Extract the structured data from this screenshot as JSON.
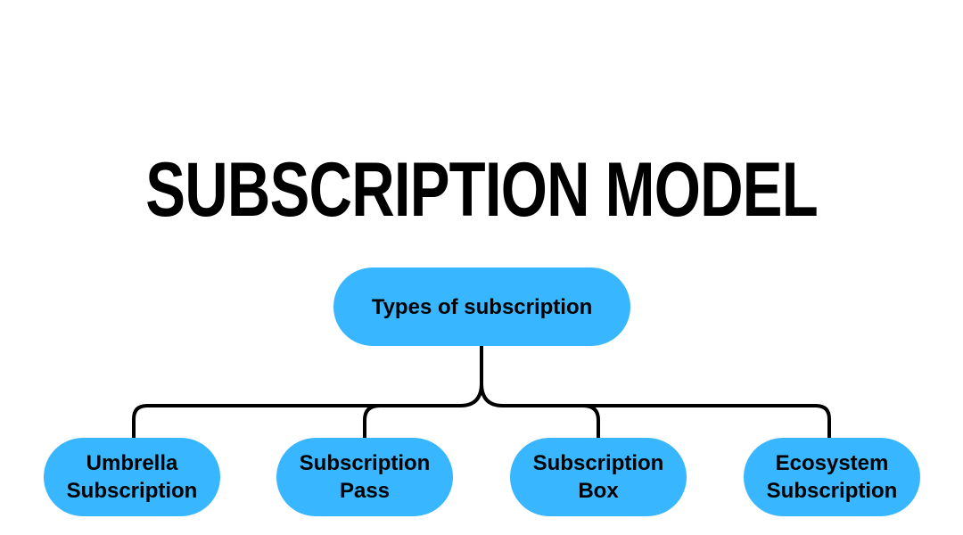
{
  "title": "SUBSCRIPTION MODEL",
  "colors": {
    "background": "#FFFFFF",
    "node_fill": "#38B6FF",
    "line": "#000000",
    "text": "#000000"
  },
  "diagram": {
    "root": {
      "label": "Types of subscription"
    },
    "children": [
      {
        "label": "Umbrella Subscription"
      },
      {
        "label": "Subscription Pass"
      },
      {
        "label": "Subscription Box"
      },
      {
        "label": "Ecosystem Subscription"
      }
    ]
  }
}
